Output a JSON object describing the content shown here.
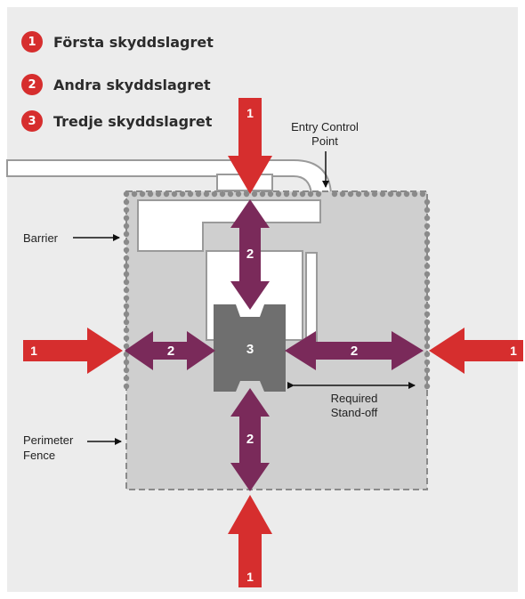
{
  "legend": {
    "items": [
      {
        "number": "1",
        "label": "Första skyddslagret"
      },
      {
        "number": "2",
        "label": "Andra skyddslagret"
      },
      {
        "number": "3",
        "label": "Tredje skyddslagret"
      }
    ]
  },
  "diagram": {
    "entry_control_point_line1": "Entry Control",
    "entry_control_point_line2": "Point",
    "barrier": "Barrier",
    "perimeter_fence_line1": "Perimeter",
    "perimeter_fence_line2": "Fence",
    "required_standoff_line1": "Required",
    "required_standoff_line2": "Stand-off",
    "arrow_top": "1",
    "arrow_left": "1",
    "arrow_right": "1",
    "arrow_bottom": "1",
    "standoff_top": "2",
    "standoff_left": "2",
    "standoff_right": "2",
    "standoff_bottom": "2",
    "core": "3"
  },
  "colors": {
    "first_layer": "#d62e2e",
    "second_layer": "#7a2a5a",
    "third_layer": "#6f6f6f",
    "site_area": "#cfcfcf",
    "barrier_dots": "#8a8a8a"
  }
}
